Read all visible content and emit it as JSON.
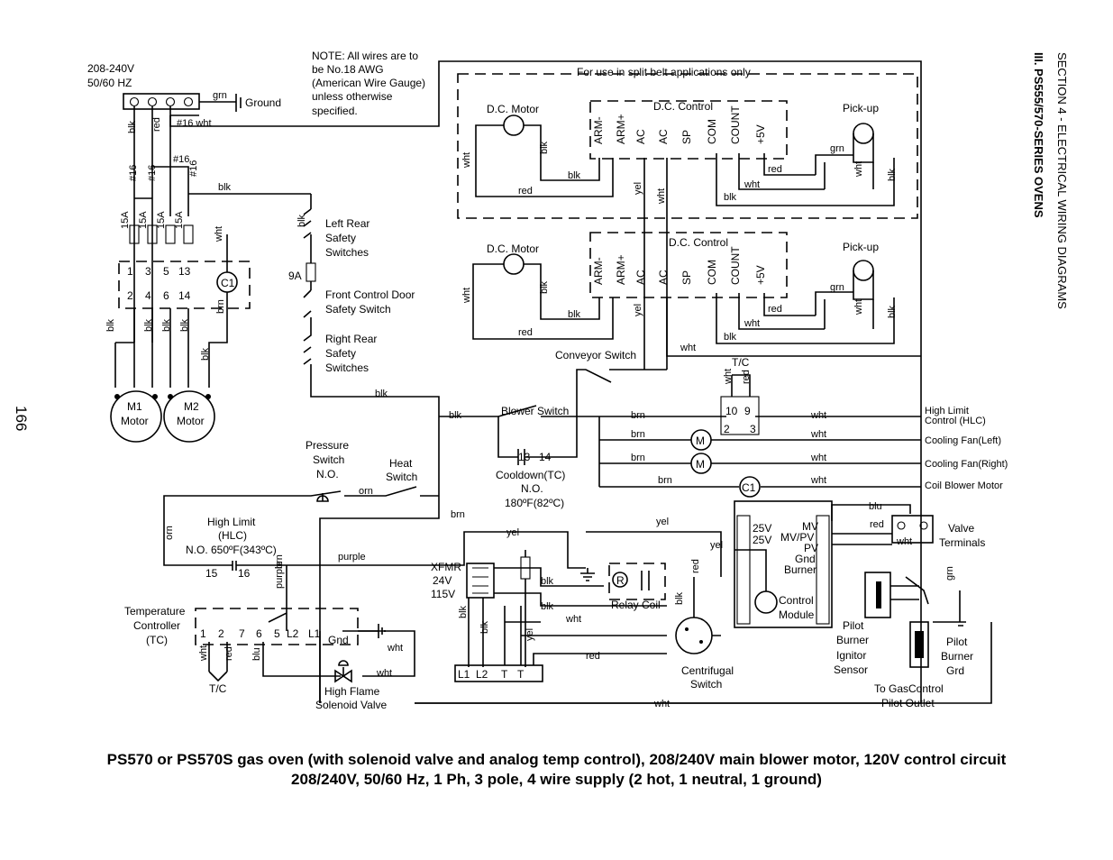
{
  "header": {
    "section": "SECTION 4 - ELECTRICAL WIRING DIAGRAMS",
    "subsection": "III.   PS555/570-SERIES OVENS"
  },
  "page_number": "166",
  "caption": {
    "line1": "PS570 or PS570S gas oven (with solenoid valve and analog temp control), 208/240V main blower motor, 120V control circuit",
    "line2": "208/240V, 50/60 Hz, 1 Ph, 3 pole, 4 wire supply (2 hot, 1 neutral, 1 ground)"
  },
  "supply": {
    "voltage": "208-240V",
    "freq": "50/60 HZ",
    "ground": "Ground",
    "grn": "grn",
    "wht16": "#16 wht"
  },
  "note": [
    "NOTE: All wires are to",
    "be  No.18 AWG",
    "(American Wire Gauge)",
    "unless otherwise",
    "specified."
  ],
  "split_belt": "For use in split belt applications only",
  "dc_motor": "D.C. Motor",
  "dc_control": "D.C. Control",
  "pickup": "Pick-up",
  "dc_terminals": [
    "ARM-",
    "ARM+",
    "AC",
    "AC",
    "SP",
    "COM",
    "COUNT",
    "+5V"
  ],
  "wire_colors": {
    "blk": "blk",
    "red": "red",
    "wht": "wht",
    "grn": "grn",
    "yel": "yel",
    "brn": "brn",
    "orn": "orn",
    "blu": "blu",
    "purple": "purple",
    "g16": "#16"
  },
  "fuses": "15A",
  "contactor": {
    "top": [
      "1",
      "3",
      "5",
      "13"
    ],
    "bottom": [
      "2",
      "4",
      "6",
      "14"
    ],
    "coil": "C1"
  },
  "motors": {
    "m1": "M1",
    "m2": "M2",
    "motor": "Motor",
    "m": "M",
    "c1": "C1"
  },
  "switches": {
    "left_rear": [
      "Left Rear",
      "Safety",
      "Switches"
    ],
    "nine_a": "9A",
    "front_door": [
      "Front Control Door",
      "Safety Switch"
    ],
    "right_rear": [
      "Right Rear",
      "Safety",
      "Switches"
    ],
    "conveyor": "Conveyor Switch",
    "blower": "Blower Switch",
    "pressure": [
      "Pressure",
      "Switch",
      "N.O."
    ],
    "heat": [
      "Heat",
      "Switch"
    ],
    "cooldown": [
      "Cooldown(TC)",
      "N.O.",
      "180ºF(82ºC)"
    ],
    "cooldown_terms": [
      "13",
      "14"
    ]
  },
  "tc_block": {
    "label": "T/C",
    "terms": [
      "10",
      "9",
      "2",
      "3"
    ]
  },
  "loads": {
    "hlc": [
      "High Limit",
      "Control (HLC)"
    ],
    "fan_left": "Cooling Fan(Left)",
    "fan_right": "Cooling Fan(Right)",
    "coil_blower": "Coil Blower Motor"
  },
  "high_limit": [
    "High Limit",
    "(HLC)",
    "N.O. 650ºF(343ºC)"
  ],
  "high_limit_terms": [
    "15",
    "16"
  ],
  "temp_controller": {
    "label": [
      "Temperature",
      "Controller",
      "(TC)"
    ],
    "terms": [
      "1",
      "2",
      "7",
      "6",
      "5",
      "L2",
      "L1",
      "Gnd"
    ],
    "tc": "T/C"
  },
  "xfmr": [
    "XFMR",
    "24V",
    "115V"
  ],
  "relay": "Relay Coil",
  "relay_r": "R",
  "terminal_block": [
    "L1",
    "L2",
    "T",
    "T"
  ],
  "centrifugal": [
    "Centrifugal",
    "Switch"
  ],
  "solenoid": [
    "High Flame",
    "Solenoid Valve"
  ],
  "control_module": {
    "label": [
      "Control",
      "Module"
    ],
    "left": [
      "25V",
      "25V"
    ],
    "right": [
      "MV",
      "MV/PV",
      "PV",
      "Gnd",
      "Burner"
    ]
  },
  "valve": [
    "Valve",
    "Terminals"
  ],
  "ignitor": [
    "Pilot",
    "Burner",
    "Ignitor",
    "Sensor"
  ],
  "pilot_grd": [
    "Pilot",
    "Burner",
    "Grd"
  ],
  "gas_control": [
    "To GasControl",
    "Pilot Outlet"
  ]
}
